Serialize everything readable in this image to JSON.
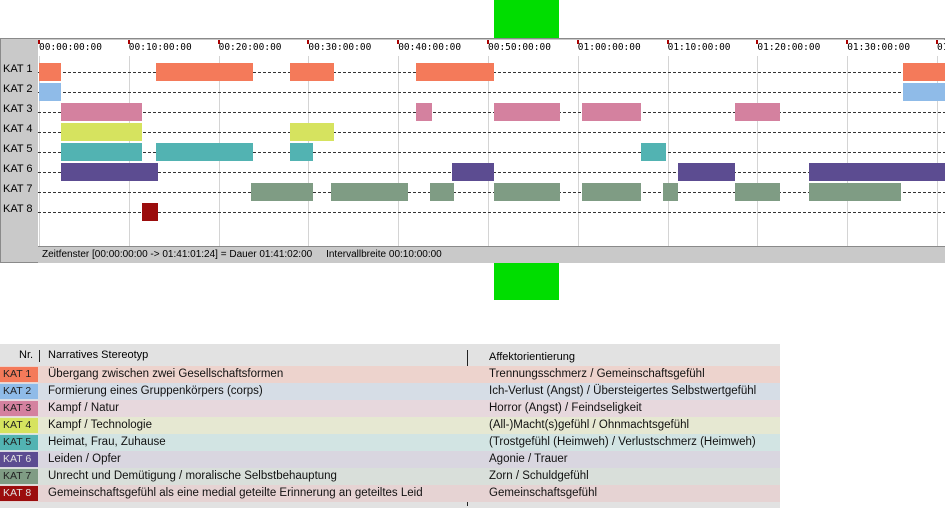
{
  "timeline": {
    "tick_labels": [
      "00:00:00:00",
      "00:10:00:00",
      "00:20:00:00",
      "00:30:00:00",
      "00:40:00:00",
      "00:50:00:00",
      "01:00:00:00",
      "01:10:00:00",
      "01:20:00:00",
      "01:30:00:00",
      "01"
    ],
    "tick_minutes": [
      0,
      10,
      20,
      30,
      40,
      50,
      60,
      70,
      80,
      90,
      100
    ],
    "total_minutes": 101.0,
    "rows": [
      {
        "label": "KAT 1",
        "color": "#f47a5a",
        "segments": [
          [
            0,
            2.5
          ],
          [
            13,
            23.8
          ],
          [
            28,
            32.8
          ],
          [
            42,
            50.7
          ],
          [
            96.2,
            101.0
          ]
        ]
      },
      {
        "label": "KAT 2",
        "color": "#8fbbe8",
        "segments": [
          [
            0,
            2.5
          ],
          [
            96.2,
            101.0
          ]
        ]
      },
      {
        "label": "KAT 3",
        "color": "#d4819f",
        "segments": [
          [
            2.5,
            11.5
          ],
          [
            42,
            43.8
          ],
          [
            50.7,
            58
          ],
          [
            60.5,
            67
          ],
          [
            77.5,
            82.5
          ]
        ]
      },
      {
        "label": "KAT 4",
        "color": "#d6e35f",
        "segments": [
          [
            2.5,
            11.5
          ],
          [
            28,
            32.8
          ]
        ]
      },
      {
        "label": "KAT 5",
        "color": "#52b3b2",
        "segments": [
          [
            2.5,
            11.5
          ],
          [
            13,
            23.8
          ],
          [
            28,
            30.5
          ],
          [
            67,
            69.8
          ]
        ]
      },
      {
        "label": "KAT 6",
        "color": "#5c4c91",
        "segments": [
          [
            2.5,
            13.3
          ],
          [
            46,
            50.7
          ],
          [
            71.2,
            77.5
          ],
          [
            85.8,
            101.0
          ]
        ]
      },
      {
        "label": "KAT 7",
        "color": "#7f9c84",
        "segments": [
          [
            23.6,
            30.5
          ],
          [
            32.5,
            41.1
          ],
          [
            43.5,
            46.2
          ],
          [
            50.7,
            58
          ],
          [
            60.5,
            67
          ],
          [
            69.5,
            71.2
          ],
          [
            77.5,
            82.5
          ],
          [
            85.8,
            96
          ]
        ]
      },
      {
        "label": "KAT 8",
        "color": "#9b0d0d",
        "segments": [
          [
            11.5,
            13.3
          ]
        ]
      }
    ],
    "status_text": "Zeitfenster [00:00:00:00 -> 01:41:01:24] = Dauer 01:41:02:00     Intervallbreite 00:10:00:00"
  },
  "legend": {
    "header_nr": "Nr.",
    "header_stereotype": "Narratives Stereotyp",
    "header_affekt": "Affektorientierung",
    "rows": [
      {
        "badge": "KAT 1",
        "badge_color": "#f47a5a",
        "row_color": "#edd3cd",
        "stereotype": "Übergang zwischen zwei Gesellschaftsformen",
        "affekt": "Trennungsschmerz / Gemeinschaftsgefühl"
      },
      {
        "badge": "KAT 2",
        "badge_color": "#8fbbe8",
        "row_color": "#d6dde6",
        "stereotype": "Formierung eines Gruppenkörpers (corps)",
        "affekt": "Ich-Verlust (Angst) / Übersteigertes Selbstwertgefühl"
      },
      {
        "badge": "KAT 3",
        "badge_color": "#d4819f",
        "row_color": "#e7d8dd",
        "stereotype": "Kampf / Natur",
        "affekt": "Horror (Angst) / Feindseligkeit"
      },
      {
        "badge": "KAT 4",
        "badge_color": "#d6e35f",
        "row_color": "#e6e8d2",
        "stereotype": "Kampf / Technologie",
        "affekt": "(All-)Macht(s)gefühl / Ohnmachtsgefühl"
      },
      {
        "badge": "KAT 5",
        "badge_color": "#52b3b2",
        "row_color": "#d2e4e3",
        "stereotype": "Heimat, Frau, Zuhause",
        "affekt": "(Trostgefühl (Heimweh) / Verlustschmerz (Heimweh)"
      },
      {
        "badge": "KAT 6",
        "badge_color": "#5c4c91",
        "row_color": "#d9d6e0",
        "stereotype": "Leiden / Opfer",
        "affekt": "Agonie / Trauer"
      },
      {
        "badge": "KAT 7",
        "badge_color": "#7f9c84",
        "row_color": "#d9dfda",
        "stereotype": "Unrecht und Demütigung / moralische Selbstbehauptung",
        "affekt": "Zorn / Schuldgefühl"
      },
      {
        "badge": "KAT 8",
        "badge_color": "#9b0d0d",
        "row_color": "#e6d3d3",
        "stereotype": "Gemeinschaftsgefühl als eine medial geteilte Erinnerung an geteiltes Leid",
        "affekt": "Gemeinschaftsgefühl"
      }
    ]
  }
}
